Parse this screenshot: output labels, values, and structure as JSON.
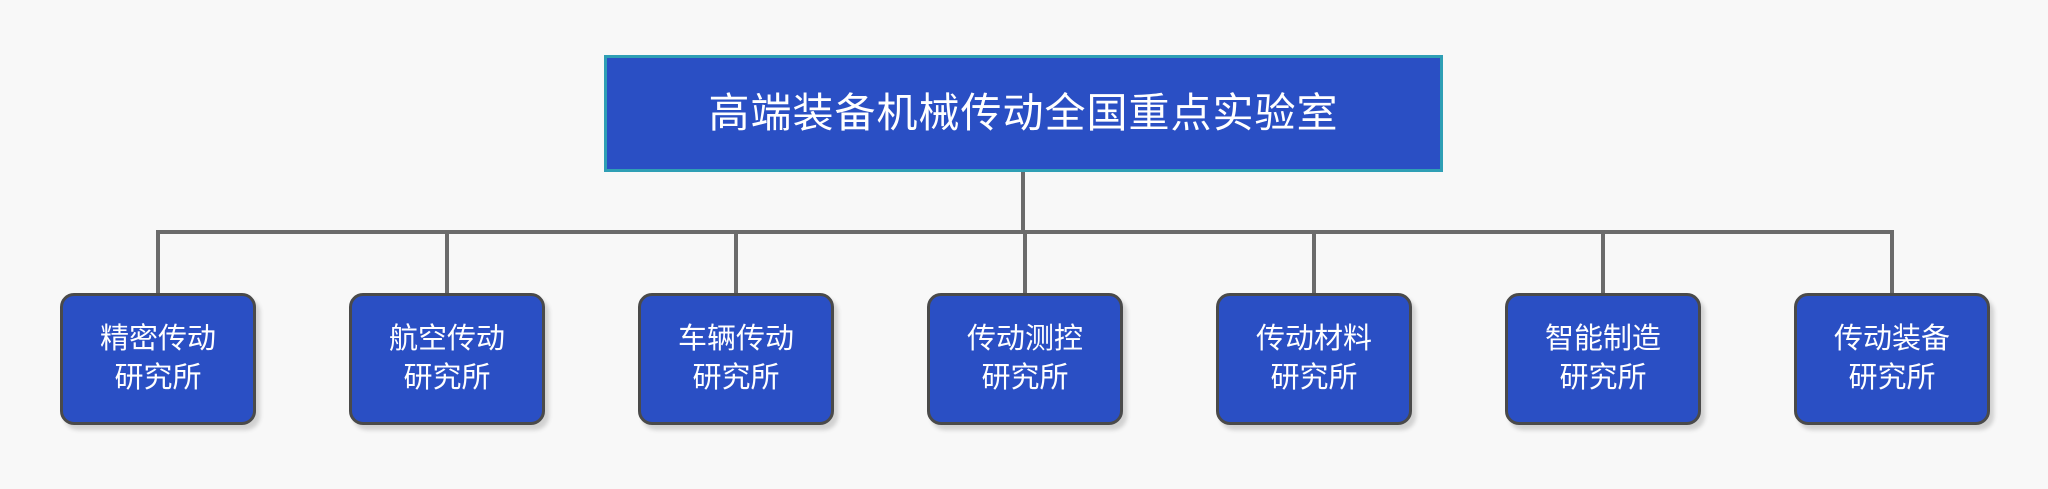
{
  "diagram": {
    "type": "organization-chart",
    "title": "高端装备机械传动全国重点实验室",
    "orientation": "top-down",
    "colors": {
      "background": "#f8f8f8",
      "node_fill": "#2a4fc4",
      "root_border": "#2f9fb5",
      "leaf_border": "#4a4a4a",
      "connector": "#6b6b6b",
      "node_text": "#ffffff"
    },
    "root": {
      "label": "高端装备机械传动全国重点实验室"
    },
    "children": [
      {
        "line1": "精密传动",
        "line2": "研究所",
        "full": "精密传动研究所"
      },
      {
        "line1": "航空传动",
        "line2": "研究所",
        "full": "航空传动研究所"
      },
      {
        "line1": "车辆传动",
        "line2": "研究所",
        "full": "车辆传动研究所"
      },
      {
        "line1": "传动测控",
        "line2": "研究所",
        "full": "传动测控研究所"
      },
      {
        "line1": "传动材料",
        "line2": "研究所",
        "full": "传动材料研究所"
      },
      {
        "line1": "智能制造",
        "line2": "研究所",
        "full": "智能制造研究所"
      },
      {
        "line1": "传动装备",
        "line2": "研究所",
        "full": "传动装备研究所"
      }
    ]
  }
}
